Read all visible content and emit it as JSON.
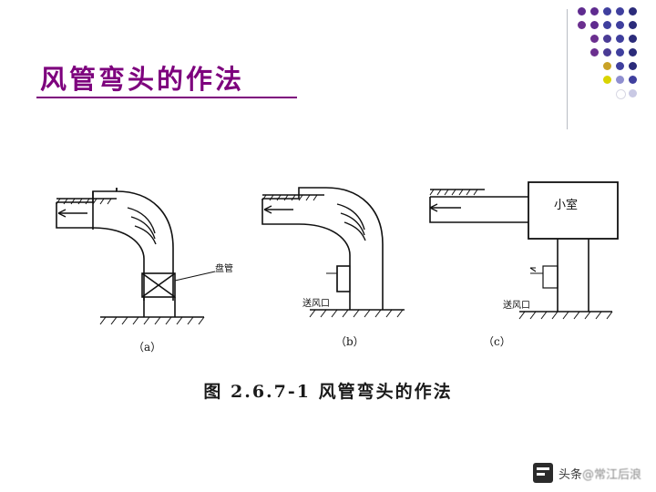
{
  "slide": {
    "title": "风管弯头的作法",
    "title_color": "#7d007d",
    "background": "#ffffff"
  },
  "decoration": {
    "name": "dot-grid",
    "colors": [
      "#6b2f8f",
      "#4a2b8a",
      "#3b3f9e",
      "#c9a227",
      "#d9d400",
      "#ffffff"
    ],
    "rows": 7,
    "cols": 5
  },
  "figure": {
    "caption": "图 2.6.7-1   风管弯头的作法",
    "panels": [
      {
        "label": "（a）",
        "annotations": [
          "盘管"
        ]
      },
      {
        "label": "（b）",
        "annotations": [
          "送风口"
        ]
      },
      {
        "label": "（c）",
        "annotations": [
          "小室",
          "送风口"
        ]
      }
    ]
  },
  "footer": {
    "prefix": "头条",
    "at": "@常江后浪"
  }
}
